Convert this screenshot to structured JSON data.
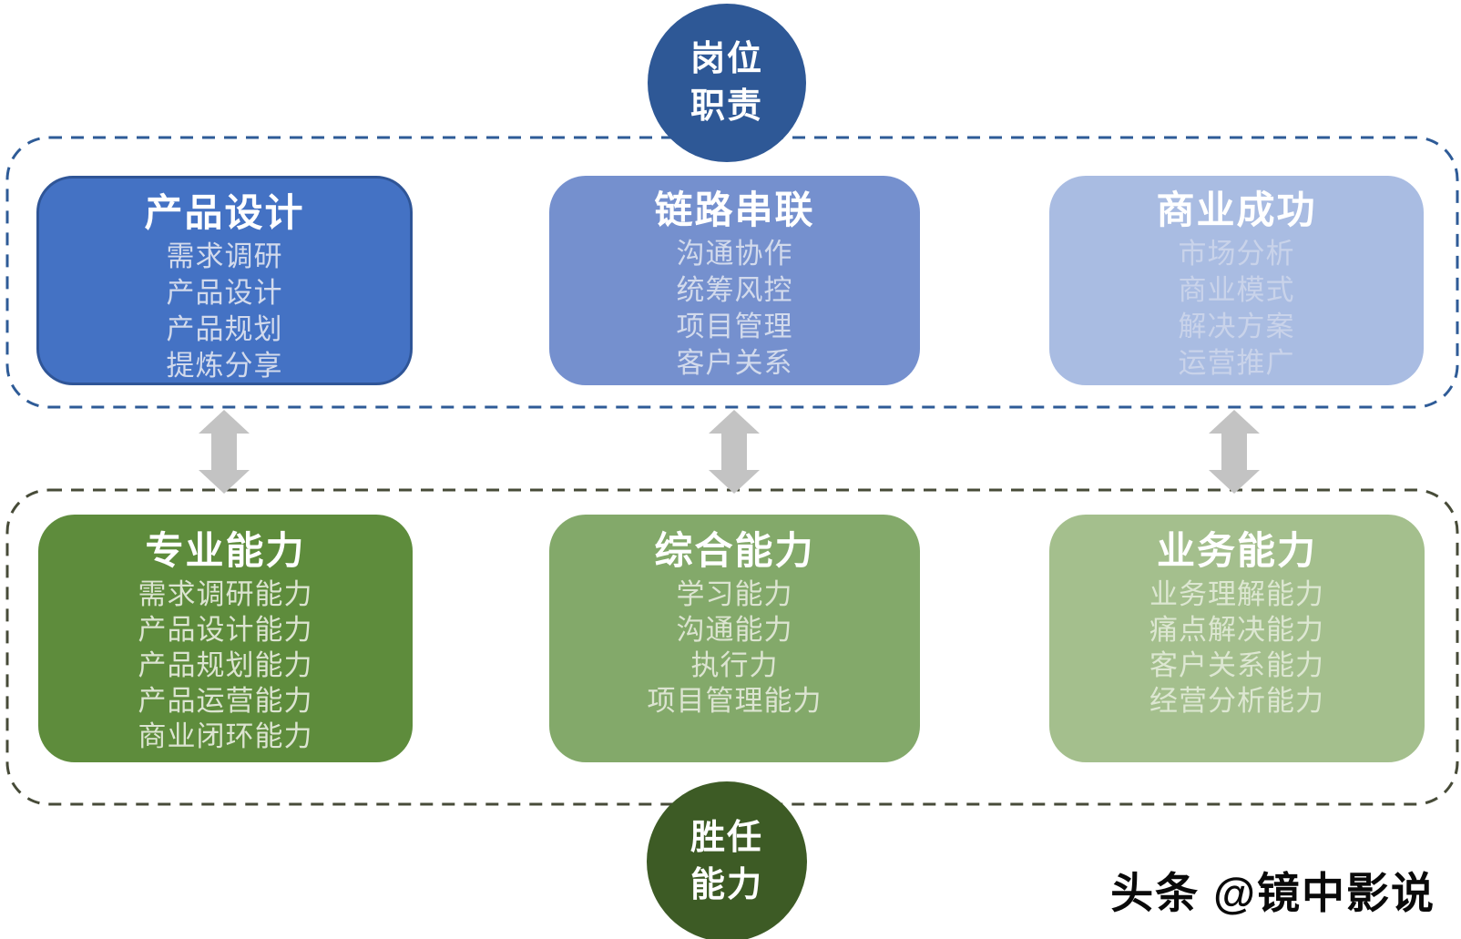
{
  "top_circle": {
    "lines": [
      "岗位",
      "职责"
    ]
  },
  "bottom_circle": {
    "lines": [
      "胜任",
      "能力"
    ]
  },
  "responsibility_boxes": [
    {
      "title": "产品设计",
      "items": [
        "需求调研",
        "产品设计",
        "产品规划",
        "提炼分享"
      ]
    },
    {
      "title": "链路串联",
      "items": [
        "沟通协作",
        "统筹风控",
        "项目管理",
        "客户关系"
      ]
    },
    {
      "title": "商业成功",
      "items": [
        "市场分析",
        "商业模式",
        "解决方案",
        "运营推广"
      ]
    }
  ],
  "competency_boxes": [
    {
      "title": "专业能力",
      "items": [
        "需求调研能力",
        "产品设计能力",
        "产品规划能力",
        "产品运营能力",
        "商业闭环能力"
      ]
    },
    {
      "title": "综合能力",
      "items": [
        "学习能力",
        "沟通能力",
        "执行力",
        "项目管理能力"
      ]
    },
    {
      "title": "业务能力",
      "items": [
        "业务理解能力",
        "痛点解决能力",
        "客户关系能力",
        "经营分析能力"
      ]
    }
  ],
  "watermark": "头条 @镜中影说",
  "colors": {
    "top_circle_fill": "#2E5896",
    "bottom_circle_fill": "#3D5B25",
    "responsibility_frame_border": "#2E5B97",
    "competency_frame_border": "#474B38",
    "arrow_fill": "#C3C3C3",
    "responsibility_box_fills": [
      "#4472C4",
      "#7590CE",
      "#A9BCE2"
    ],
    "responsibility_box1_border": "#2F5597",
    "competency_box_fills": [
      "#5E8C3C",
      "#83A96A",
      "#A4BF8D"
    ],
    "title_text": "#FFFFFF",
    "item_text_blue": "#D2DAEC",
    "item_text_green": "#DCE4D1",
    "watermark_text": "#0A0A0A"
  }
}
